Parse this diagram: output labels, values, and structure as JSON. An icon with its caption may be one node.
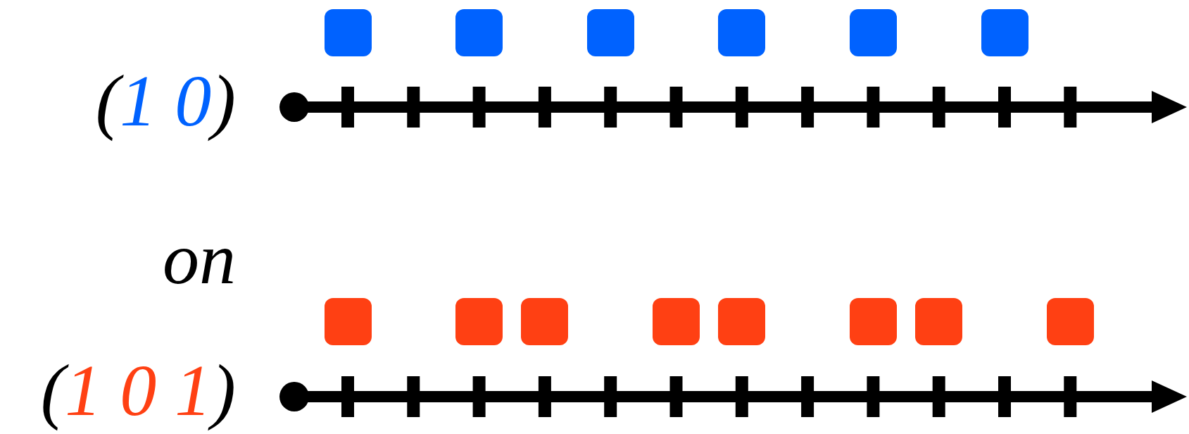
{
  "diagram": {
    "nodes": [
      {
        "text": [],
        "shape": "box"
      },
      {
        "text": [],
        "shape": "box"
      },
      {
        "text": [],
        "shape": "box"
      },
      {
        "text": [],
        "shape": "box"
      },
      {
        "text": [],
        "shape": "box"
      },
      {
        "text": [],
        "shape": "box"
      },
      {
        "text": [],
        "shape": "box"
      },
      {
        "text": [],
        "shape": "box"
      },
      {
        "text": [],
        "shape": "box"
      },
      {
        "text": [],
        "shape": "box"
      },
      {
        "text": [],
        "shape": "box"
      },
      {
        "text": [],
        "shape": "box"
      },
      {
        "text": [],
        "shape": "box"
      },
      {
        "text": [],
        "shape": "box"
      }
    ],
    "labels": [
      "(1 0)",
      "on",
      "(1 0 1)"
    ]
  }
}
